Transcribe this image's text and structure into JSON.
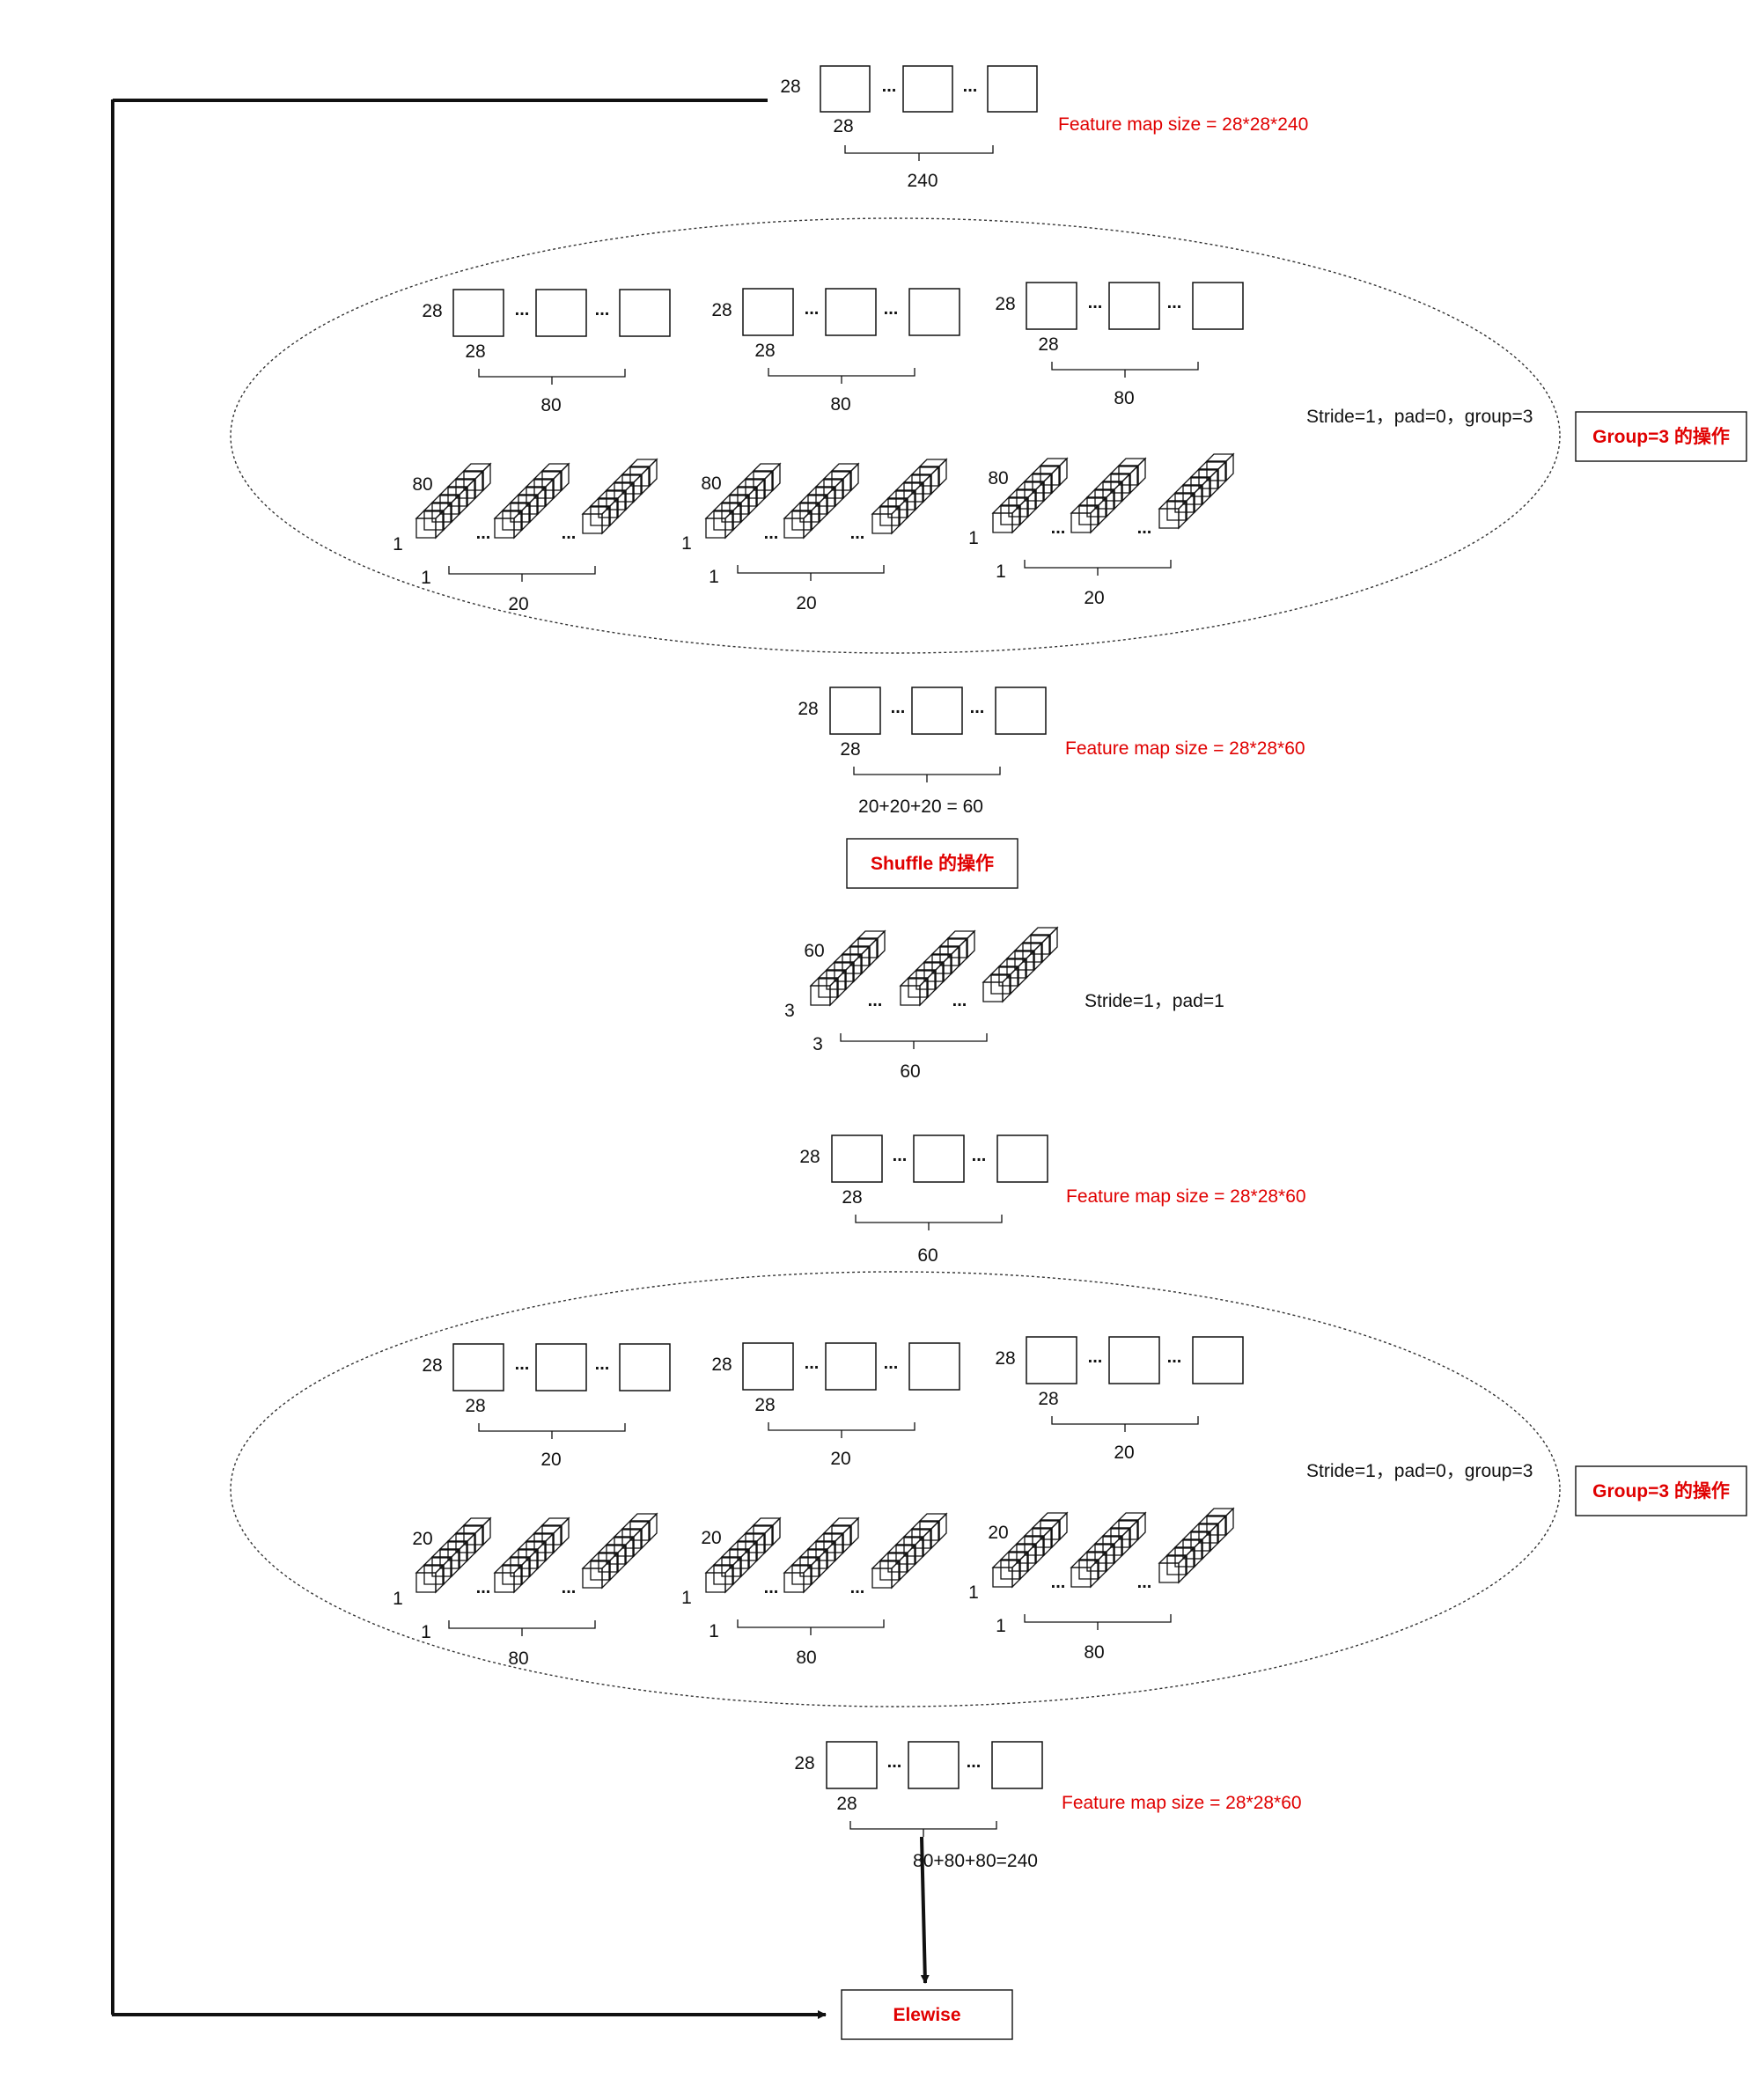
{
  "top_map": {
    "height_label": "28",
    "width_label": "28",
    "channels_label": "240",
    "size_note": "Feature map size = 28*28*240"
  },
  "group_conv_1": {
    "outputs": [
      {
        "height_label": "28",
        "width_label": "28",
        "channels_label": "80"
      },
      {
        "height_label": "28",
        "width_label": "28",
        "channels_label": "80"
      },
      {
        "height_label": "28",
        "width_label": "28",
        "channels_label": "80"
      }
    ],
    "kernels": [
      {
        "depth_label": "80",
        "height_label": "1",
        "width_label": "1",
        "count_label": "20"
      },
      {
        "depth_label": "80",
        "height_label": "1",
        "width_label": "1",
        "count_label": "20"
      },
      {
        "depth_label": "80",
        "height_label": "1",
        "width_label": "1",
        "count_label": "20"
      }
    ],
    "params": "Stride=1，pad=0，group=3",
    "op_label": "Group=3 的操作"
  },
  "mid_map_1": {
    "height_label": "28",
    "width_label": "28",
    "channels_label": "20+20+20 = 60",
    "size_note": "Feature map size = 28*28*60"
  },
  "shuffle": {
    "op_label": "Shuffle 的操作"
  },
  "dw_conv": {
    "depth_label": "60",
    "height_label": "3",
    "width_label": "3",
    "count_label": "60",
    "params": "Stride=1，pad=1"
  },
  "mid_map_2": {
    "height_label": "28",
    "width_label": "28",
    "channels_label": "60",
    "size_note": "Feature map size = 28*28*60"
  },
  "group_conv_2": {
    "outputs": [
      {
        "height_label": "28",
        "width_label": "28",
        "channels_label": "20"
      },
      {
        "height_label": "28",
        "width_label": "28",
        "channels_label": "20"
      },
      {
        "height_label": "28",
        "width_label": "28",
        "channels_label": "20"
      }
    ],
    "kernels": [
      {
        "depth_label": "20",
        "height_label": "1",
        "width_label": "1",
        "count_label": "80"
      },
      {
        "depth_label": "20",
        "height_label": "1",
        "width_label": "1",
        "count_label": "80"
      },
      {
        "depth_label": "20",
        "height_label": "1",
        "width_label": "1",
        "count_label": "80"
      }
    ],
    "params": "Stride=1，pad=0，group=3",
    "op_label": "Group=3 的操作"
  },
  "bottom_map": {
    "height_label": "28",
    "width_label": "28",
    "channels_label": "80+80+80=240",
    "size_note": "Feature map size = 28*28*60"
  },
  "elewise": {
    "label": "Elewise"
  },
  "ellipsis": "..."
}
